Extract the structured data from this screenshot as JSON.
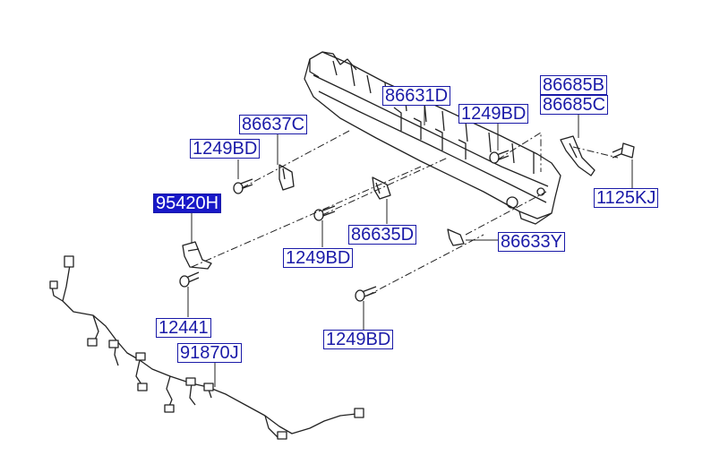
{
  "labels": {
    "p86685b": "86685B",
    "p86685c": "86685C",
    "p86631d": "86631D",
    "p1249bd_upper_right": "1249BD",
    "p86637c": "86637C",
    "p1249bd_upper_left": "1249BD",
    "p95420h": "95420H",
    "p1125kj": "1125KJ",
    "p86635d": "86635D",
    "p86633y": "86633Y",
    "p1249bd_middle": "1249BD",
    "p12441": "12441",
    "p91870j": "91870J",
    "p1249bd_lower": "1249BD"
  },
  "selected_part": "95420H",
  "colors": {
    "label_text": "#1a1aa8",
    "selected_fill": "#1818c8",
    "line": "#222222"
  }
}
